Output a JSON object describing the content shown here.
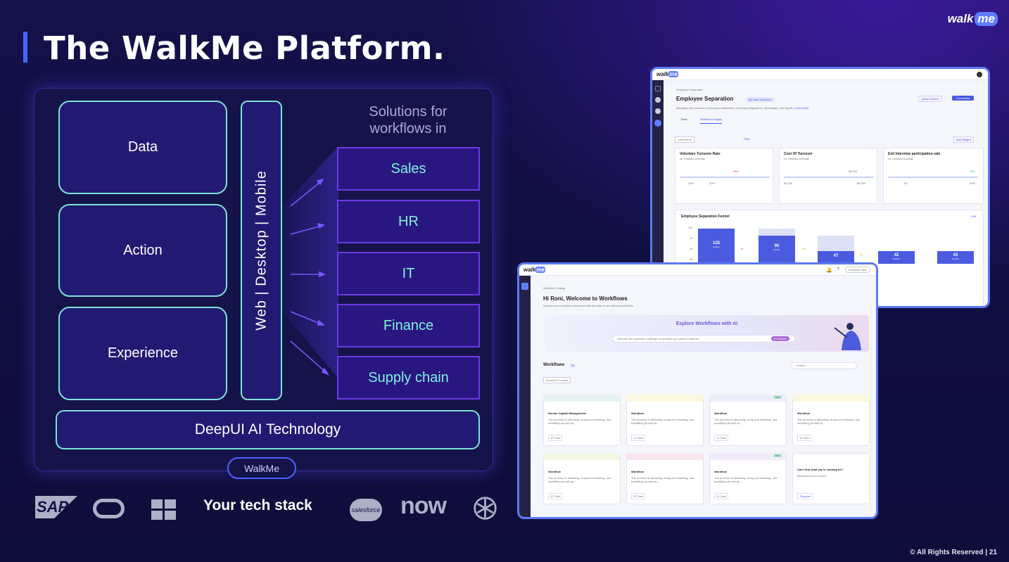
{
  "header": {
    "title": "The WalkMe Platform.",
    "brand_walk": "walk",
    "brand_me": "me"
  },
  "layers": [
    "Data",
    "Action",
    "Experience"
  ],
  "channels": "Web | Desktop | Mobile",
  "solutions": {
    "heading_line1": "Solutions for",
    "heading_line2": "workflows in",
    "items": [
      "Sales",
      "HR",
      "IT",
      "Finance",
      "Supply chain"
    ]
  },
  "foundation": "DeepUI AI Technology",
  "platform_label": "WalkMe",
  "tech_stack": {
    "label": "Your tech stack",
    "logos": [
      "SAP",
      "salesforce",
      "now"
    ]
  },
  "footer": "© All Rights Reserved | 21",
  "screen1": {
    "logo_walk": "walk",
    "logo_me": "me",
    "breadcrumb": "Employee Separation",
    "title": "Employee Separation",
    "tag": "My View Workflow",
    "subtitle": "Managing the process of employee separation, including resignations, discharges, and layoffs.",
    "learn_more": "Learn More",
    "quick_actions": "Quick Actions",
    "comments": "Comments",
    "tabs": [
      "Tasks",
      "Workflow Insights"
    ],
    "date_filter": "Last month",
    "filter": "Filter",
    "add_widget": "Add Widget",
    "kpis": [
      {
        "title": "Voluntary Turnover Rate",
        "sub": "vs. Industry Average",
        "marker": "35%",
        "low": "24%",
        "high": "30%"
      },
      {
        "title": "Cost Of Turnover",
        "sub": "vs. Industry Average",
        "marker": "$5,000",
        "low": "$4,000",
        "high": "$6,000"
      },
      {
        "title": "Exit Interview participation rate",
        "sub": "vs. Industry Average",
        "marker": "70%",
        "low": "4%",
        "high": "50%"
      }
    ],
    "funnel_title": "Employee Separation Funnel",
    "funnel_edit": "Edit",
    "funnel_yaxis": [
      "100",
      "75",
      "50",
      "25"
    ],
    "funnel_bars": [
      {
        "value": "125",
        "label": "Events"
      },
      {
        "value": "90",
        "label": "Events"
      },
      {
        "value": "47",
        "label": ""
      },
      {
        "value": "42",
        "label": "Events"
      },
      {
        "value": "42",
        "label": "Events"
      }
    ],
    "funnel_drops": [
      "34",
      "9%",
      "14"
    ]
  },
  "screen2": {
    "logo_walk": "walk",
    "logo_me": "me",
    "business_view": "Business View",
    "breadcrumb": "Workflow Catalog",
    "welcome": "Hi Roni, Welcome to Workflows",
    "welcome_sub": "Improve your business processes with the help of pre-defined workflows",
    "explore": "Explore Workflows with AI",
    "explore_placeholder": "Describe the business challenge or workflow you want to improve...",
    "ai_search": "AI Search",
    "workflows_label": "Workflows",
    "workflows_count": "24",
    "search_placeholder": "Search...",
    "domain_filter": "Business Domain",
    "cards": [
      {
        "title": "Human Capital Management",
        "desc": "The process of attracting, hiring and retaining, and backfilling as well as...",
        "badge": "12 Task",
        "new": ""
      },
      {
        "title": "Workflow",
        "desc": "The process of attracting, hiring and retaining, and backfilling as well as...",
        "badge": "12 Task",
        "new": ""
      },
      {
        "title": "Workflow",
        "desc": "The process of attracting, hiring and retaining, and backfilling as well as...",
        "badge": "12 Task",
        "new": "New"
      },
      {
        "title": "Workflow",
        "desc": "The process of attracting, hiring and retaining, and backfilling as well as...",
        "badge": "12 Task",
        "new": ""
      },
      {
        "title": "Workflow",
        "desc": "The process of attracting, hiring and retaining, and backfilling as well as...",
        "badge": "12 Task",
        "new": ""
      },
      {
        "title": "Workflow",
        "desc": "The process of attracting, hiring and retaining, and backfilling as well as...",
        "badge": "12 Task",
        "new": ""
      },
      {
        "title": "Workflow",
        "desc": "The process of attracting, hiring and retaining, and backfilling as well as...",
        "badge": "12 Task",
        "new": "New"
      }
    ],
    "help_title": "Can't find what you're looking for?",
    "help_sub": "Request from our team",
    "help_btn": "Request"
  }
}
